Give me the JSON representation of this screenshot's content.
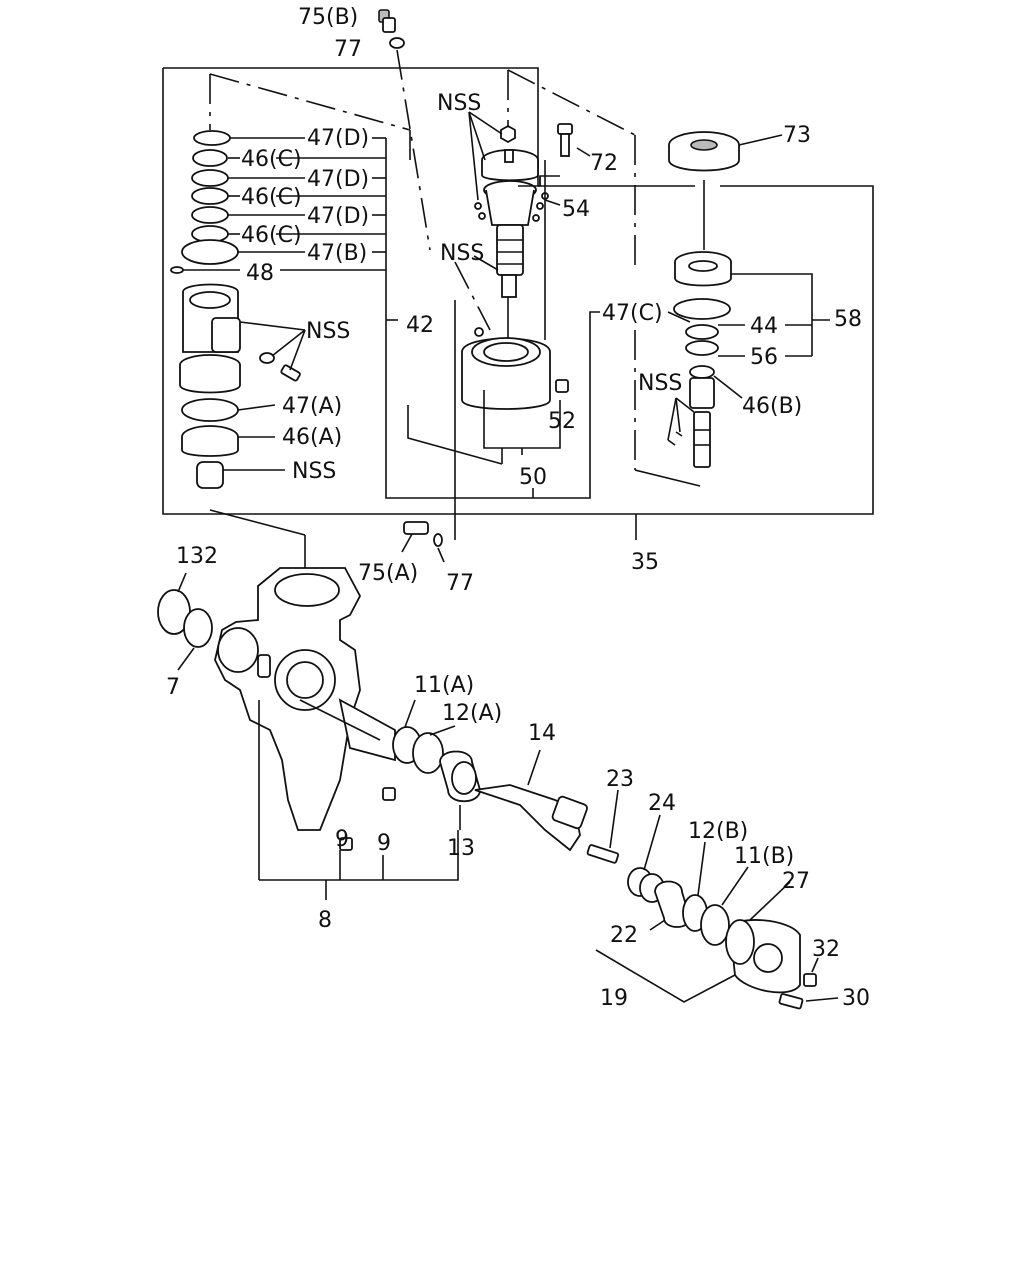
{
  "labels": {
    "l75b": "75(B)",
    "l77top": "77",
    "nss_top": "NSS",
    "l72": "72",
    "l73": "73",
    "l54": "54",
    "l47d_1": "47(D)",
    "l46c_1": "46(C)",
    "l47d_2": "47(D)",
    "l46c_2": "46(C)",
    "l47d_3": "47(D)",
    "l46c_3": "46(C)",
    "l47b": "47(B)",
    "l48": "48",
    "nss_mid": "NSS",
    "l42": "42",
    "nss_left": "NSS",
    "l47c": "47(C)",
    "l44": "44",
    "l58": "58",
    "l56": "56",
    "nss_right": "NSS",
    "l46b": "46(B)",
    "l47a": "47(A)",
    "l46a": "46(A)",
    "l52": "52",
    "nss_low": "NSS",
    "l50": "50",
    "l35": "35",
    "l75a": "75(A)",
    "l77low": "77",
    "l132": "132",
    "l7": "7",
    "l11a": "11(A)",
    "l12a": "12(A)",
    "l14": "14",
    "l23": "23",
    "l24": "24",
    "l12b": "12(B)",
    "l11b": "11(B)",
    "l27": "27",
    "l9a": "9",
    "l9b": "9",
    "l13": "13",
    "l22": "22",
    "l32": "32",
    "l30": "30",
    "l19": "19",
    "l8": "8"
  }
}
